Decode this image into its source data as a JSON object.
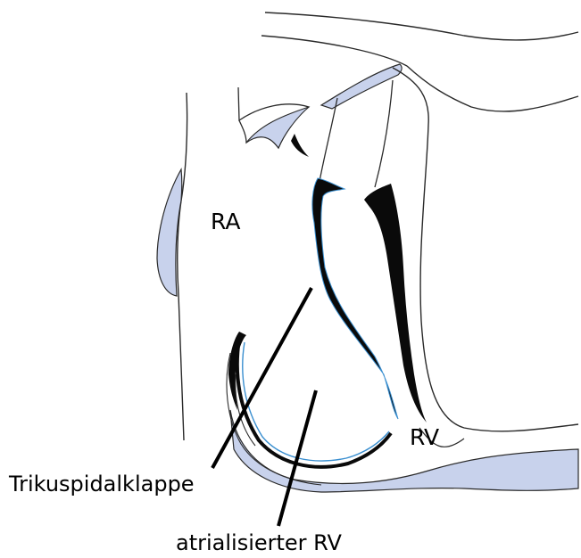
{
  "labels": {
    "ra": "RA",
    "rv": "RV",
    "tricuspid": "Trikuspidalklappe",
    "atrialized_rv": "atrialisierter RV"
  },
  "colors": {
    "tissue": "#c8d2ec",
    "outline": "#2a2a2a",
    "valve": "#0a0a0a",
    "valve_edge": "#3a8fd0",
    "pointer": "#000000"
  }
}
